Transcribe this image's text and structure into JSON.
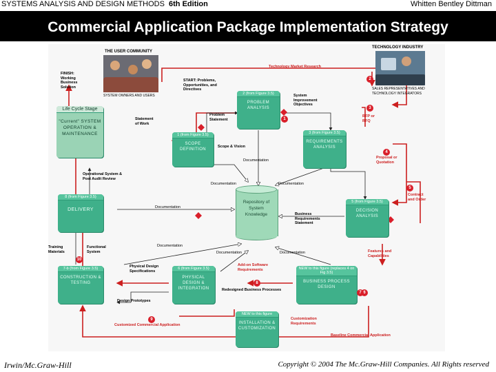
{
  "header": {
    "left_text": "SYSTEMS ANALYSIS AND DESIGN METHODS",
    "edition": "6th Edition",
    "authors": "Whitten   Bentley   Dittman"
  },
  "title": "Commercial Application Package Implementation Strategy",
  "footer": {
    "publisher": "Irwin/Mc.Graw-Hill",
    "copyright": "Copyright © 2004 The Mc.Graw-Hill Companies. All Rights reserved"
  },
  "diagram": {
    "user_community": "THE USER COMMUNITY",
    "system_owners": "SYSTEM OWNERS AND USERS",
    "technology_industry": "TECHNOLOGY INDUSTRY",
    "sales_reps": "SALES REPRESENTATIVES AND TECHNOLOGY INTEGRATORS",
    "finish": "FINISH: Working Business Solution",
    "start": "START: Problems, Opportunities, and Directives",
    "life_cycle": {
      "title": "Life Cycle Stage",
      "body": "\"Current\" SYSTEM OPERATION & MAINTENANCE"
    },
    "repository": "Repository of System Knowledge",
    "processes": {
      "problem": {
        "ref": "2 (from Figure 3.5)",
        "name": "PROBLEM ANALYSIS"
      },
      "scope": {
        "ref": "1 (from Figure 3.5)",
        "name": "SCOPE DEFINITION"
      },
      "requirements": {
        "ref": "3 (from Figure 3.5)",
        "name": "REQUIREMENTS ANALYSIS"
      },
      "decision": {
        "ref": "5 (from Figure 3.5)",
        "name": "DECISION ANALYSIS"
      },
      "delivery": {
        "ref": "8 (from Figure 3.5)",
        "name": "DELIVERY"
      },
      "construction": {
        "ref": "7-b (from Figure 3.5)",
        "name": "CONSTRUCTION & TESTING"
      },
      "physical": {
        "ref": "6 (from Figure 3.5)",
        "name": "PHYSICAL DESIGN & INTEGRATION"
      },
      "business": {
        "ref": "NEW to this figure (replaces 4 on Fig 3.5)",
        "name": "BUSINESS PROCESS DESIGN"
      },
      "installation": {
        "ref": "NEW to this figure",
        "name": "INSTALLATION & CUSTOMIZATION"
      }
    },
    "labels": {
      "tech_market_research": "Technology Market Research",
      "system_improvement": "System Improvement Objectives",
      "problem_statement": "Problem Statement",
      "statement_of_work": "Statement of Work",
      "scope_vision": "Scope & Vision",
      "documentation_1": "Documentation",
      "documentation_2": "Documentation",
      "documentation_3": "Documentation",
      "documentation_4": "Documentation",
      "documentation_5": "Documentation",
      "documentation_6": "Documentation",
      "documentation_7": "Documentation",
      "rfp": "RFP or RFQ",
      "proposal": "Proposal or Quotation",
      "contract": "Contract and Order",
      "business_req": "Business Requirements Statement",
      "operational_system": "Operational System & Post Audit Review",
      "training": "Training Materials",
      "functional": "Functional System",
      "features": "Features and Capabilities",
      "add_on": "Add-on Software Requirements",
      "physical_spec": "Physical Design Specifications",
      "redesigned": "Redesigned Business Processes",
      "design_prototypes": "Design Prototypes",
      "customized_app": "Customized Commercial Application",
      "customization_req": "Customization Requirements",
      "baseline": "Baseline Commercial Application"
    },
    "step_numbers": [
      "1",
      "2",
      "3",
      "4",
      "5",
      "6",
      "7",
      "8",
      "9",
      "10"
    ]
  }
}
